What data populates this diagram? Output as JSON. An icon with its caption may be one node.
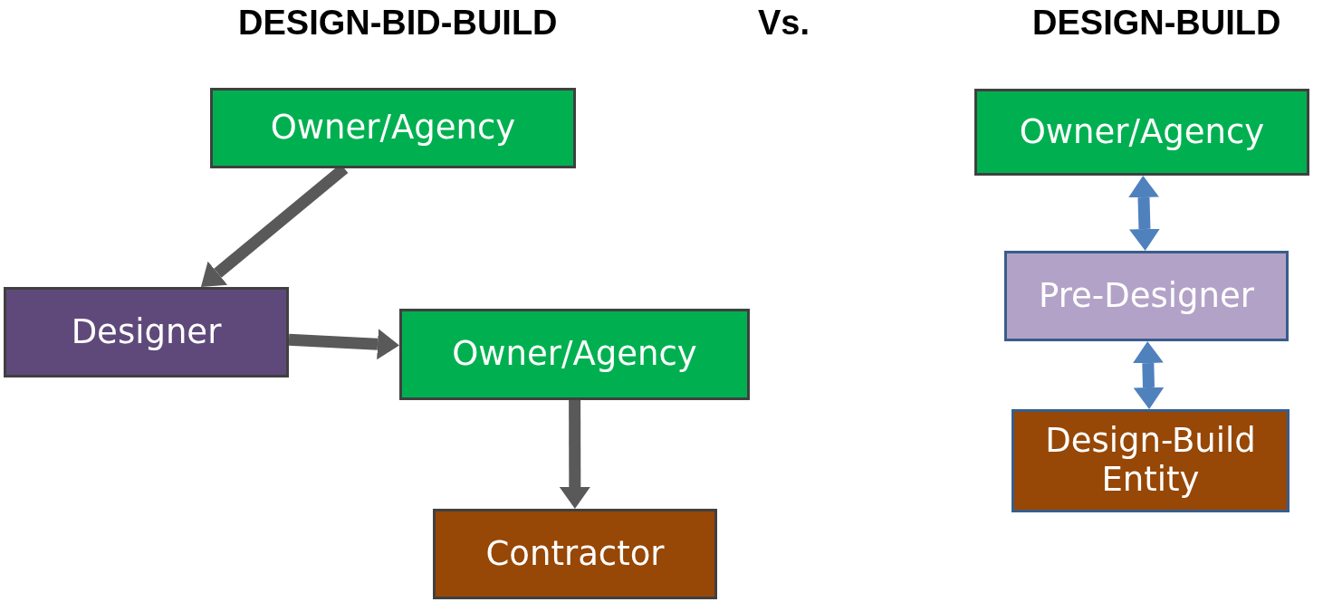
{
  "diagram": {
    "nodes": [
      {
        "text": [
          "Owner/Agency"
        ]
      },
      {
        "text": [
          "Designer"
        ]
      },
      {
        "text": [
          "Owner/Agency"
        ]
      },
      {
        "text": [
          "Contractor"
        ]
      },
      {
        "text": [
          "Owner/Agency"
        ]
      },
      {
        "text": [
          "Pre-Designer"
        ]
      },
      {
        "text": [
          "Design-Build Entity"
        ]
      }
    ],
    "edges": [
      {
        "from": 0,
        "to": 1,
        "arrow": "to"
      },
      {
        "from": 1,
        "to": 2,
        "arrow": "to"
      },
      {
        "from": 2,
        "to": 3,
        "arrow": "to"
      },
      {
        "from": 4,
        "to": 5,
        "arrow": "both",
        "color": "#4f81bd"
      },
      {
        "from": 5,
        "to": 6,
        "arrow": "both",
        "color": "#4f81bd"
      }
    ],
    "labels": [
      "DESIGN-BID-BUILD",
      "Vs.",
      "DESIGN-BUILD"
    ]
  }
}
